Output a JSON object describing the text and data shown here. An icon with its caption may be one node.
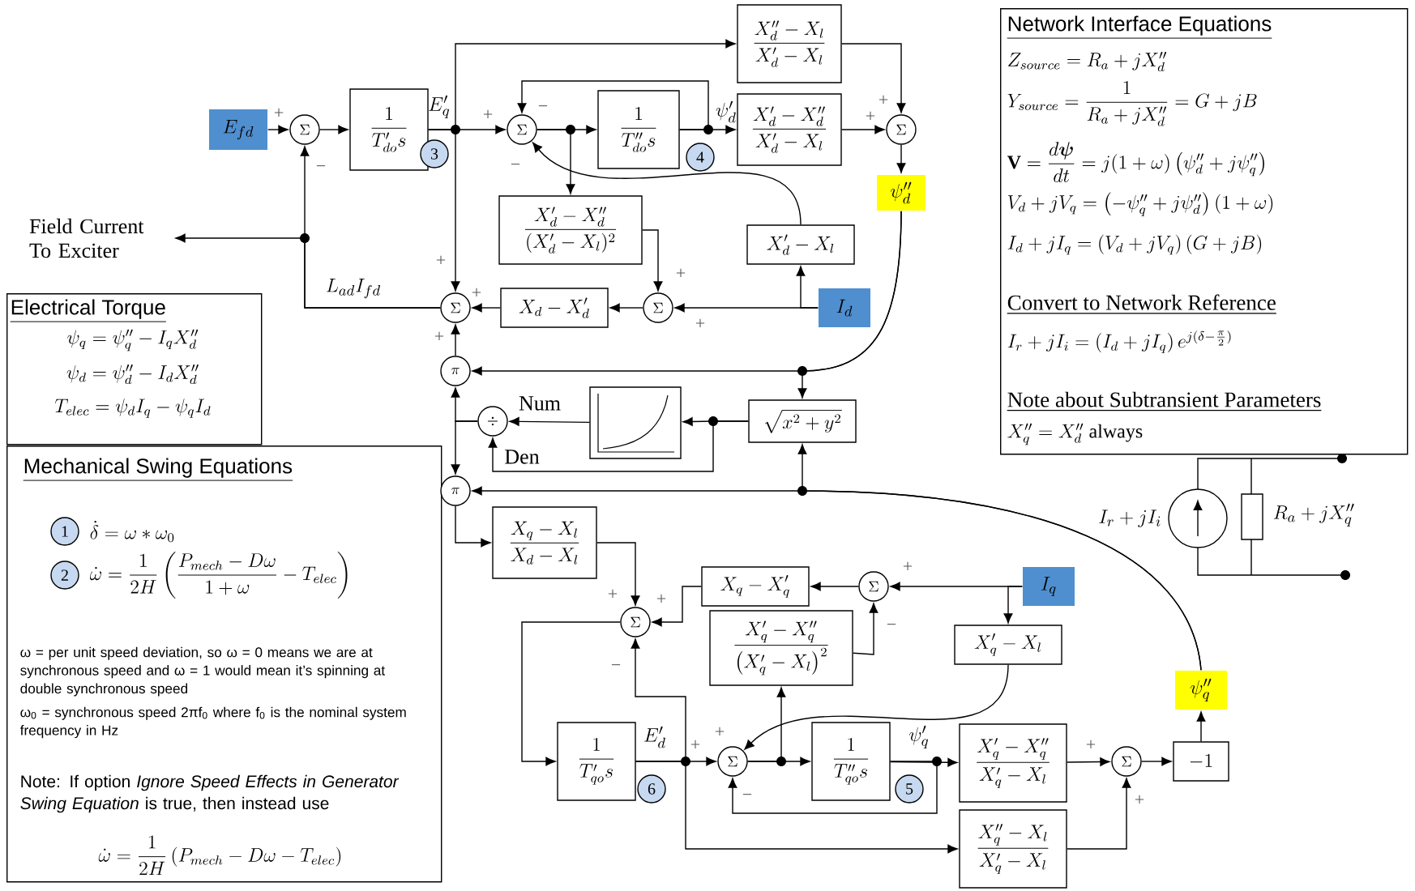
{
  "diagram": {
    "nodes": [
      {
        "text": [
          "E_{fd}"
        ]
      },
      {
        "text": [
          "\\Sigma"
        ]
      },
      {
        "text": [
          "\\frac{1}{T'_{do}s}"
        ]
      },
      {
        "text": [
          "3"
        ]
      },
      {
        "text": [
          "\\Sigma"
        ]
      },
      {
        "text": [
          "\\frac{1}{T''_{do}s}"
        ]
      },
      {
        "text": [
          "4"
        ]
      },
      {
        "text": [
          "\\frac{X''_d - X_l}{X'_d - X_l}"
        ]
      },
      {
        "text": [
          "\\frac{X'_d - X''_d}{X'_d - X_l}"
        ]
      },
      {
        "text": [
          "\\Sigma"
        ]
      },
      {
        "text": [
          "\\psi''_d"
        ]
      },
      {
        "text": [
          "\\frac{X'_d - X''_d}{(X'_d - X_l)^2}"
        ]
      },
      {
        "text": [
          "X'_d - X_l"
        ]
      },
      {
        "text": [
          "I_d"
        ]
      },
      {
        "text": [
          "\\Sigma"
        ]
      },
      {
        "text": [
          "X_d - X'_d"
        ]
      },
      {
        "text": [
          "\\Sigma"
        ]
      },
      {
        "text": [
          "Field Current To Exciter"
        ]
      },
      {
        "text": [
          "\\pi"
        ]
      },
      {
        "text": [
          "\\div"
        ]
      },
      {
        "text": [],
        "shape": "box"
      },
      {
        "text": [
          "\\sqrt{x^2 + y^2}"
        ]
      },
      {
        "text": [
          "\\pi"
        ]
      },
      {
        "text": [
          "\\frac{X_q - X_l}{X_d - X_l}"
        ]
      },
      {
        "text": [
          "\\Sigma"
        ]
      },
      {
        "text": [
          "X_q - X'_q"
        ]
      },
      {
        "text": [
          "\\Sigma"
        ]
      },
      {
        "text": [
          "I_q"
        ]
      },
      {
        "text": [
          "\\frac{X'_q - X''_q}{\\left(X'_q - X_l\\right)^2}"
        ]
      },
      {
        "text": [
          "X'_q - X_l"
        ]
      },
      {
        "text": [
          "\\frac{1}{T'_{qo}s}"
        ]
      },
      {
        "text": [
          "6"
        ]
      },
      {
        "text": [
          "\\Sigma"
        ]
      },
      {
        "text": [
          "\\frac{1}{T''_{qo}s}"
        ]
      },
      {
        "text": [
          "5"
        ]
      },
      {
        "text": [
          "\\frac{X'_q - X''_q}{X'_q - X_l}"
        ]
      },
      {
        "text": [
          "\\frac{X''_q - X_l}{X'_q - X_l}"
        ]
      },
      {
        "text": [
          "\\Sigma"
        ]
      },
      {
        "text": [
          "-1"
        ]
      },
      {
        "text": [
          "\\psi''_q"
        ]
      },
      {
        "text": [
          "Electrical Torque",
          "\\psi_q = \\psi''_q - I_q X''_d",
          "\\psi_d = \\psi''_d - I_d X''_d",
          "T_{elec} = \\psi_d I_q - \\psi_q I_d"
        ]
      },
      {
        "text": [
          "Mechanical Swing Equations",
          "\\dot{\\delta} = \\omega * \\omega_0",
          "\\dot{\\omega} = \\frac{1}{2H}\\left(\\frac{P_{mech} - D\\omega}{1 + \\omega} - T_{elec}\\right)",
          "ω = per unit speed deviation, so ω = 0 means we are at synchronous speed and ω = 1 would mean it’s spinning at double synchronous speed",
          "ω$_{0}$ = synchronous speed 2πf$_{0}$ where f$_{0}$ is the nominal system frequency in Hz",
          "Note: If option *Ignore Speed Effects in Generator Swing Equation* is true, then instead use",
          "\\dot{\\omega} = \\frac{1}{2H}\\left(P_{mech} - D\\omega - T_{elec}\\right)"
        ]
      },
      {
        "text": [
          "1"
        ],
        "in": 41
      },
      {
        "text": [
          "2"
        ],
        "in": 41
      },
      {
        "text": [
          "Network Interface Equations",
          "Z_{source} = R_a + jX''_d",
          "Y_{source} = \\frac{1}{R_a + jX''_d} = G + jB",
          "\\mathbf{V} = \\frac{d\\boldsymbol{\\psi}}{dt} = j(1 + \\omega)\\left(\\psi''_d + j\\psi''_q\\right)",
          "V_d + jV_q = \\left(-\\psi''_q + j\\psi''_d\\right)(1 + \\omega)",
          "I_d + jI_q = \\left(V_d + jV_q\\right)(G + jB)",
          "Convert to Network Reference",
          "I_r + jI_i = \\left(I_d + jI_q\\right)e^{j(\\delta - \\frac{\\pi}{2})}",
          "Note about Subtransient Parameters",
          "X''_q = X''_d \\text{ always}"
        ]
      }
    ],
    "edges": [
      {
        "from": 0,
        "to": 1,
        "arrow": "to"
      },
      {
        "from": 1,
        "to": 2,
        "arrow": "to"
      },
      {
        "from": 2,
        "to": 4,
        "arrow": "to"
      },
      {
        "from": 2,
        "to": 7,
        "arrow": "to"
      },
      {
        "from": 2,
        "to": 16,
        "arrow": "to"
      },
      {
        "from": 4,
        "to": 5,
        "arrow": "to"
      },
      {
        "from": 4,
        "to": 11,
        "arrow": "to"
      },
      {
        "from": 5,
        "to": 8,
        "arrow": "to"
      },
      {
        "from": 5,
        "to": 4,
        "arrow": "to"
      },
      {
        "from": 7,
        "to": 9,
        "arrow": "to"
      },
      {
        "from": 8,
        "to": 9,
        "arrow": "to"
      },
      {
        "from": 9,
        "to": 10,
        "arrow": "to"
      },
      {
        "from": 12,
        "to": 4,
        "arrow": "to"
      },
      {
        "from": 11,
        "to": 14,
        "arrow": "to"
      },
      {
        "from": 13,
        "to": 14,
        "arrow": "to"
      },
      {
        "from": 13,
        "to": 12,
        "arrow": "to"
      },
      {
        "from": 14,
        "to": 15,
        "arrow": "to"
      },
      {
        "from": 15,
        "to": 16,
        "arrow": "to"
      },
      {
        "from": 16,
        "to": 1,
        "arrow": "to",
        "label": "L_{ad}I_{fd}"
      },
      {
        "from": 16,
        "to": 17,
        "arrow": "to"
      },
      {
        "from": 18,
        "to": 16,
        "arrow": "to"
      },
      {
        "from": 10,
        "to": 18,
        "arrow": "to"
      },
      {
        "from": 10,
        "to": 21,
        "arrow": "to"
      },
      {
        "from": 39,
        "to": 22,
        "arrow": "to"
      },
      {
        "from": 39,
        "to": 21,
        "arrow": "to"
      },
      {
        "from": 21,
        "to": 20,
        "arrow": "to"
      },
      {
        "from": 21,
        "to": 19,
        "arrow": "to",
        "label": "Den"
      },
      {
        "from": 20,
        "to": 19,
        "arrow": "to",
        "label": "Num"
      },
      {
        "from": 19,
        "to": 18,
        "arrow": "to"
      },
      {
        "from": 19,
        "to": 22,
        "arrow": "to"
      },
      {
        "from": 22,
        "to": 23,
        "arrow": "to"
      },
      {
        "from": 23,
        "to": 24,
        "arrow": "to"
      },
      {
        "from": 25,
        "to": 24,
        "arrow": "to"
      },
      {
        "from": 24,
        "to": 30,
        "arrow": "to"
      },
      {
        "from": 30,
        "to": 32,
        "arrow": "to"
      },
      {
        "from": 30,
        "to": 24,
        "arrow": "to"
      },
      {
        "from": 30,
        "to": 36,
        "arrow": "to"
      },
      {
        "from": 32,
        "to": 33,
        "arrow": "to"
      },
      {
        "from": 32,
        "to": 28,
        "arrow": "to"
      },
      {
        "from": 33,
        "to": 35,
        "arrow": "to"
      },
      {
        "from": 33,
        "to": 32,
        "arrow": "to"
      },
      {
        "from": 28,
        "to": 26,
        "arrow": "to"
      },
      {
        "from": 27,
        "to": 26,
        "arrow": "to"
      },
      {
        "from": 27,
        "to": 29,
        "arrow": "to"
      },
      {
        "from": 26,
        "to": 25,
        "arrow": "to"
      },
      {
        "from": 29,
        "to": 32,
        "arrow": "to"
      },
      {
        "from": 35,
        "to": 37,
        "arrow": "to"
      },
      {
        "from": 36,
        "to": 37,
        "arrow": "to"
      },
      {
        "from": 37,
        "to": 38,
        "arrow": "to"
      },
      {
        "from": 38,
        "to": 39,
        "arrow": "to"
      }
    ],
    "labels": [
      "E'_q",
      "\\psi'_d",
      "E'_d",
      "\\psi'_q",
      "I_r + jI_i",
      "R_a + jX''_q",
      "+",
      "−",
      "+",
      "−",
      "−",
      "+",
      "+",
      "+",
      "+",
      "+",
      "+",
      "+",
      "+",
      "+",
      "−",
      "+",
      "−",
      "+",
      "+",
      "−",
      "+",
      "+"
    ]
  }
}
